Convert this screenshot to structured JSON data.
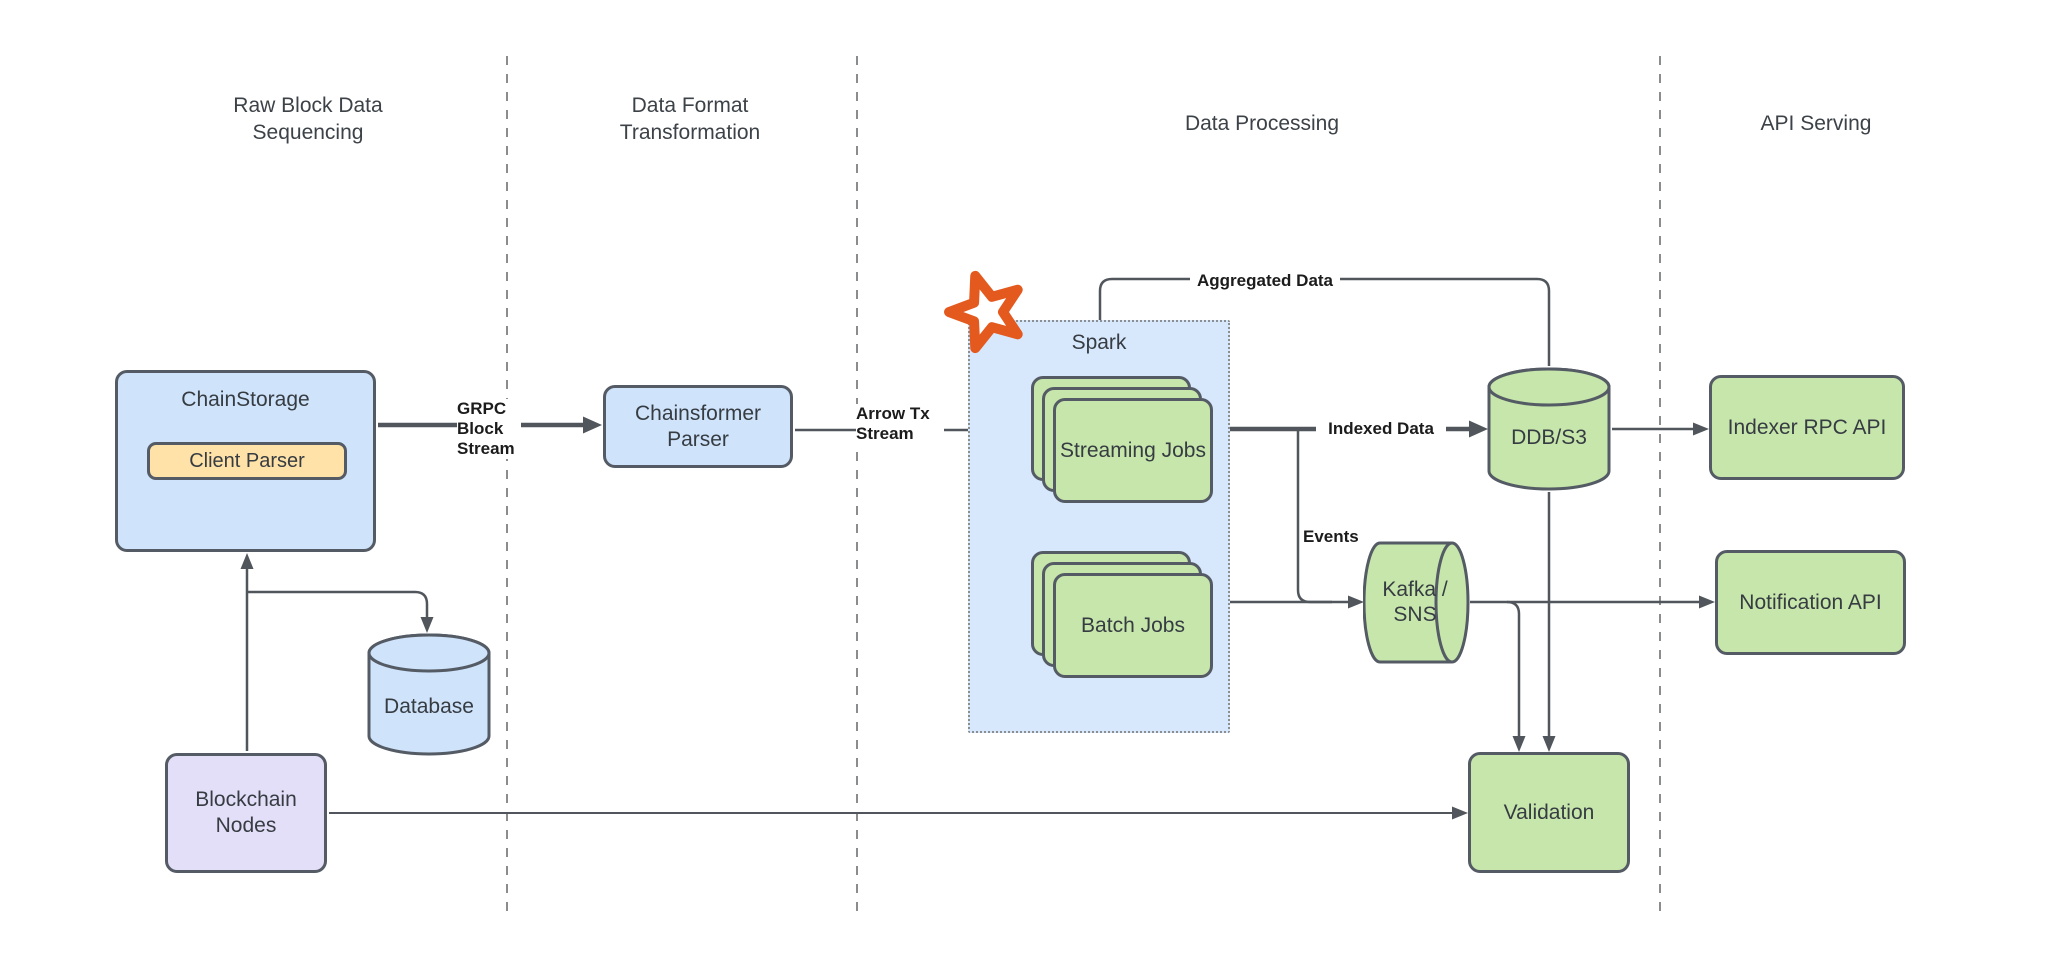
{
  "palette": {
    "node_blue": "#cfe3fb",
    "node_green": "#c6e6ab",
    "node_orange": "#ffe2a8",
    "node_purple": "#e3dff9",
    "spark_region_blue": "#d7e8fd",
    "border_gray": "#545b64",
    "connector_gray": "#50565c",
    "star_orange": "#e4591e",
    "background": "#ffffff"
  },
  "sections": {
    "raw_block": "Raw Block Data Sequencing",
    "data_format": "Data Format Transformation",
    "data_processing": "Data Processing",
    "api_serving": "API Serving"
  },
  "nodes": {
    "chainstorage": "ChainStorage",
    "client_parser": "Client Parser",
    "chainsformer": "Chainsformer Parser",
    "spark": "Spark",
    "streaming_jobs": "Streaming Jobs",
    "batch_jobs": "Batch Jobs",
    "ddb_s3": "DDB/S3",
    "kafka_sns": "Kafka / SNS",
    "indexer_api": "Indexer RPC API",
    "notification_api": "Notification API",
    "validation": "Validation",
    "database": "Database",
    "blockchain_nodes": "Blockchain Nodes"
  },
  "edges": {
    "grpc": "GRPC Block Stream",
    "arrow_tx": "Arrow Tx Stream",
    "indexed": "Indexed Data",
    "events": "Events",
    "aggregated": "Aggregated Data"
  }
}
